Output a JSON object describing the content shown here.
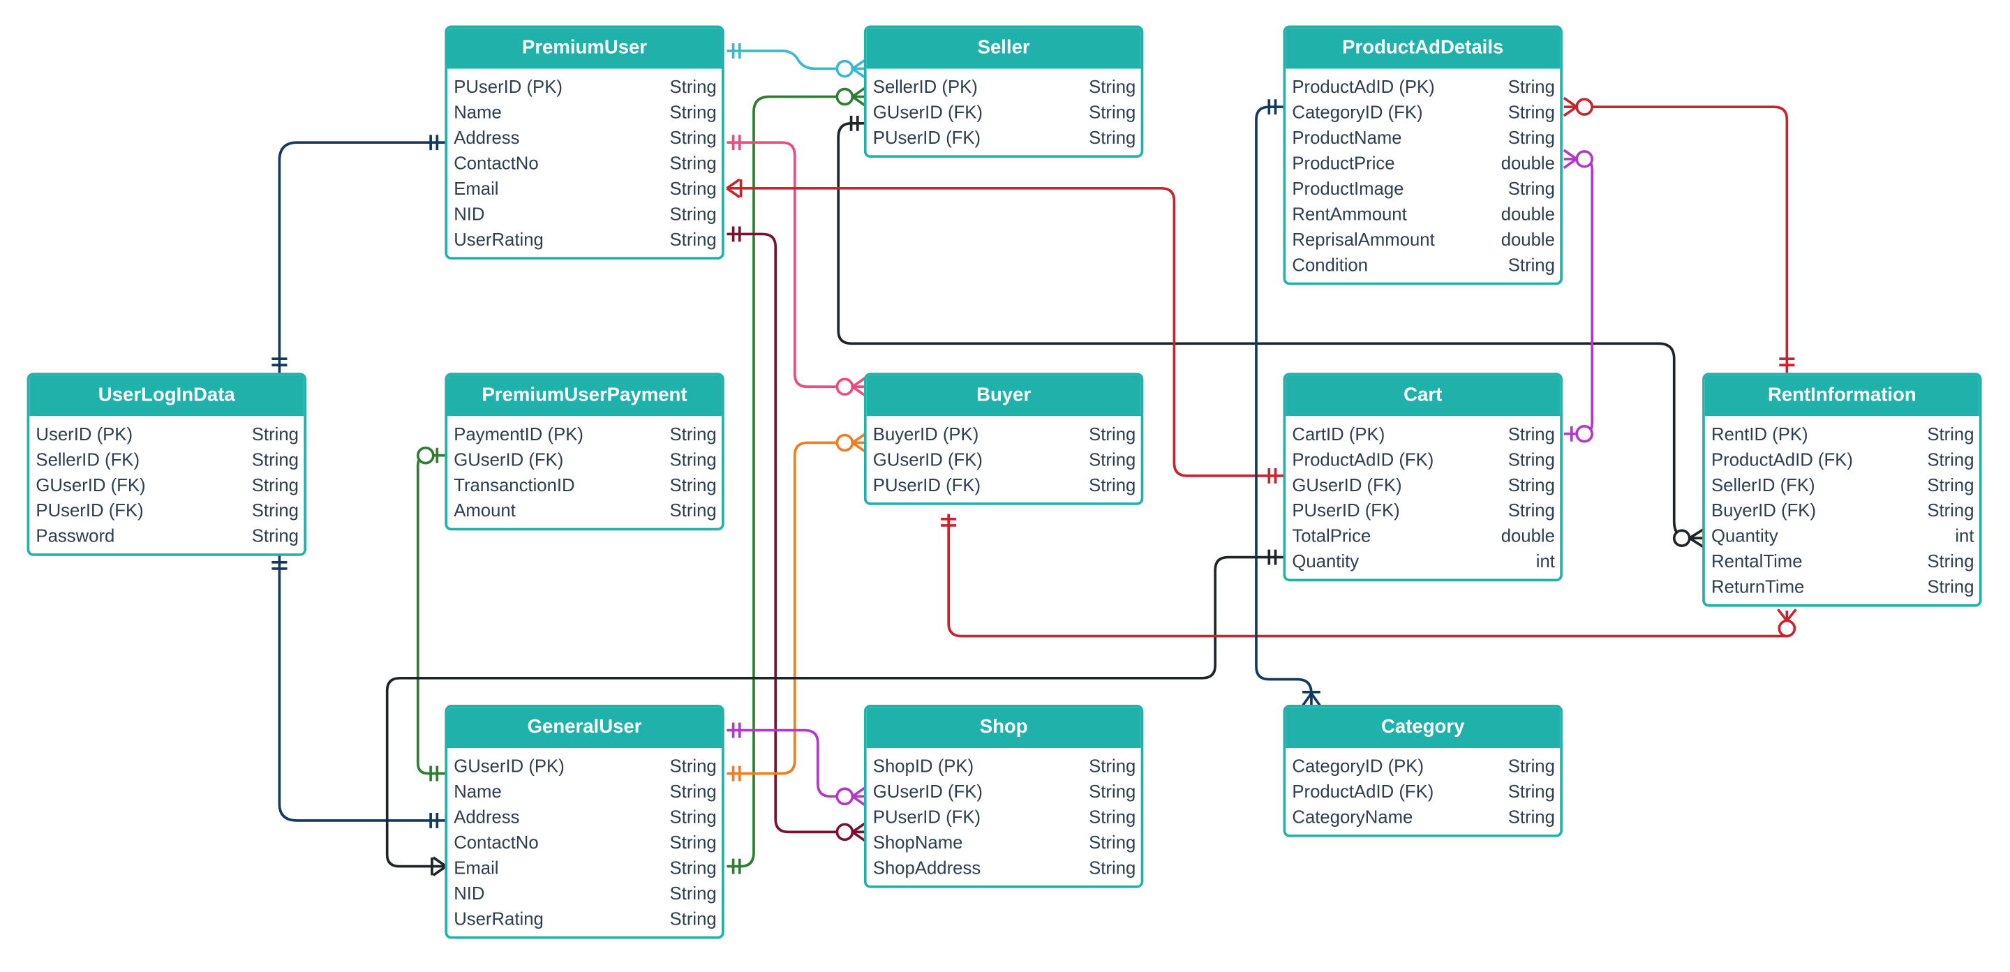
{
  "colors": {
    "teal": "#20b2aa",
    "navy": "#12395f",
    "cyan": "#3ab8cc",
    "green": "#2e7d32",
    "black": "#1f2429",
    "pink": "#ef4a7e",
    "red": "#c8242f",
    "maroon": "#7a1130",
    "orange": "#f07d20",
    "purple": "#b238c8",
    "dark": "#232b33"
  },
  "entities": {
    "premium_user": {
      "title": "PremiumUser",
      "attributes": [
        {
          "name": "PUserID (PK)",
          "type": "String"
        },
        {
          "name": "Name",
          "type": "String"
        },
        {
          "name": "Address",
          "type": "String"
        },
        {
          "name": "ContactNo",
          "type": "String"
        },
        {
          "name": "Email",
          "type": "String"
        },
        {
          "name": "NID",
          "type": "String"
        },
        {
          "name": "UserRating",
          "type": "String"
        }
      ]
    },
    "seller": {
      "title": "Seller",
      "attributes": [
        {
          "name": "SellerID (PK)",
          "type": "String"
        },
        {
          "name": "GUserID (FK)",
          "type": "String"
        },
        {
          "name": "PUserID (FK)",
          "type": "String"
        }
      ]
    },
    "product_ad_details": {
      "title": "ProductAdDetails",
      "attributes": [
        {
          "name": "ProductAdID (PK)",
          "type": "String"
        },
        {
          "name": "CategoryID (FK)",
          "type": "String"
        },
        {
          "name": "ProductName",
          "type": "String"
        },
        {
          "name": "ProductPrice",
          "type": "double"
        },
        {
          "name": "ProductImage",
          "type": "String"
        },
        {
          "name": "RentAmmount",
          "type": "double"
        },
        {
          "name": "ReprisalAmmount",
          "type": "double"
        },
        {
          "name": "Condition",
          "type": "String"
        }
      ]
    },
    "user_login_data": {
      "title": "UserLogInData",
      "attributes": [
        {
          "name": "UserID (PK)",
          "type": "String"
        },
        {
          "name": "SellerID (FK)",
          "type": "String"
        },
        {
          "name": "GUserID (FK)",
          "type": "String"
        },
        {
          "name": "PUserID (FK)",
          "type": "String"
        },
        {
          "name": "Password",
          "type": "String"
        }
      ]
    },
    "premium_user_payment": {
      "title": "PremiumUserPayment",
      "attributes": [
        {
          "name": "PaymentID (PK)",
          "type": "String"
        },
        {
          "name": "GUserID (FK)",
          "type": "String"
        },
        {
          "name": "TransanctionID",
          "type": "String"
        },
        {
          "name": "Amount",
          "type": "String"
        }
      ]
    },
    "buyer": {
      "title": "Buyer",
      "attributes": [
        {
          "name": "BuyerID (PK)",
          "type": "String"
        },
        {
          "name": "GUserID (FK)",
          "type": "String"
        },
        {
          "name": "PUserID (FK)",
          "type": "String"
        }
      ]
    },
    "cart": {
      "title": "Cart",
      "attributes": [
        {
          "name": "CartID (PK)",
          "type": "String"
        },
        {
          "name": "ProductAdID (FK)",
          "type": "String"
        },
        {
          "name": "GUserID (FK)",
          "type": "String"
        },
        {
          "name": "PUserID (FK)",
          "type": "String"
        },
        {
          "name": "TotalPrice",
          "type": "double"
        },
        {
          "name": "Quantity",
          "type": "int"
        }
      ]
    },
    "rent_information": {
      "title": "RentInformation",
      "attributes": [
        {
          "name": "RentID (PK)",
          "type": "String"
        },
        {
          "name": "ProductAdID (FK)",
          "type": "String"
        },
        {
          "name": "SellerID (FK)",
          "type": "String"
        },
        {
          "name": "BuyerID (FK)",
          "type": "String"
        },
        {
          "name": "Quantity",
          "type": "int"
        },
        {
          "name": "RentalTime",
          "type": "String"
        },
        {
          "name": "ReturnTime",
          "type": "String"
        }
      ]
    },
    "general_user": {
      "title": "GeneralUser",
      "attributes": [
        {
          "name": "GUserID (PK)",
          "type": "String"
        },
        {
          "name": "Name",
          "type": "String"
        },
        {
          "name": "Address",
          "type": "String"
        },
        {
          "name": "ContactNo",
          "type": "String"
        },
        {
          "name": "Email",
          "type": "String"
        },
        {
          "name": "NID",
          "type": "String"
        },
        {
          "name": "UserRating",
          "type": "String"
        }
      ]
    },
    "shop": {
      "title": "Shop",
      "attributes": [
        {
          "name": "ShopID (PK)",
          "type": "String"
        },
        {
          "name": "GUserID (FK)",
          "type": "String"
        },
        {
          "name": "PUserID (FK)",
          "type": "String"
        },
        {
          "name": "ShopName",
          "type": "String"
        },
        {
          "name": "ShopAddress",
          "type": "String"
        }
      ]
    },
    "category": {
      "title": "Category",
      "attributes": [
        {
          "name": "CategoryID (PK)",
          "type": "String"
        },
        {
          "name": "ProductAdID (FK)",
          "type": "String"
        },
        {
          "name": "CategoryName",
          "type": "String"
        }
      ]
    }
  }
}
